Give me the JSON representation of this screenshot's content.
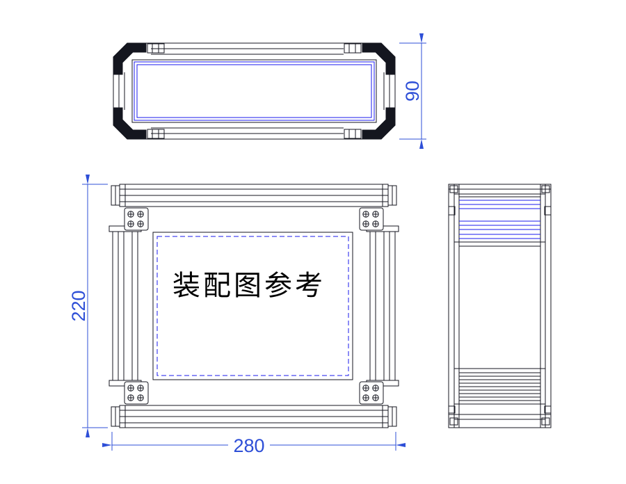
{
  "colors": {
    "line": "#14161f",
    "blue": "#1a1aee",
    "dim": "#2e4fd7",
    "text": "#000000",
    "bg": "#ffffff"
  },
  "drawing": {
    "note": "装配图参考",
    "dimensions": {
      "depth": "90",
      "height": "220",
      "width": "280"
    }
  }
}
